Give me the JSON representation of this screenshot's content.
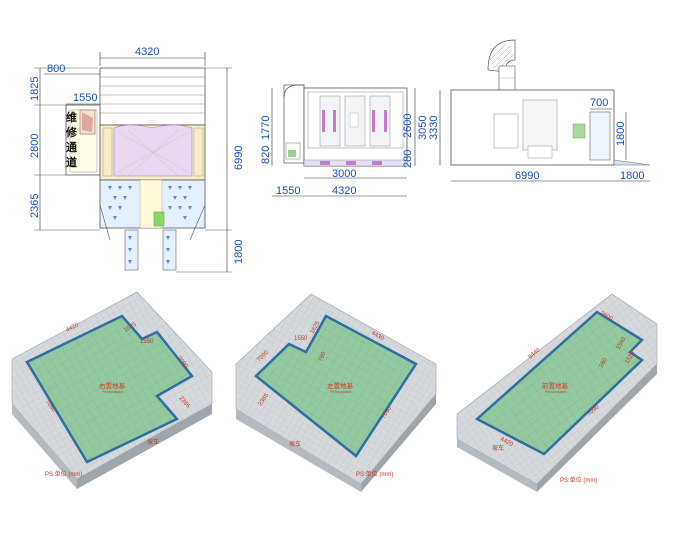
{
  "drawing_top": {
    "front_view": {
      "dims": {
        "width_top": "4320",
        "w800": "800",
        "w1550": "1550",
        "h1825": "1825",
        "h2800": "2800",
        "h2365": "2365",
        "h6990": "6990",
        "h1800": "1800"
      },
      "aisle_chars": [
        "维",
        "修",
        "通",
        "道"
      ]
    },
    "side_view": {
      "dims": {
        "h1770": "1770",
        "h820": "820",
        "h2600": "2600",
        "h280": "280",
        "h3050": "3050",
        "w3000": "3000",
        "w1550": "1550",
        "w4320": "4320"
      }
    },
    "end_view": {
      "dims": {
        "h3330": "3330",
        "w700": "700",
        "h1800": "1800",
        "w6990": "6990",
        "w1800": "1800"
      }
    }
  },
  "renders": [
    {
      "dims": [
        "4420",
        "1625",
        "1550",
        "7090",
        "2365",
        "7090"
      ],
      "pit_cn": "右置地基",
      "pit_en": "Pit foundation",
      "ramp_cn": "坡车",
      "ps": "PS:单位 (mm)"
    },
    {
      "dims": [
        "7090",
        "1550",
        "1625",
        "4430",
        "2365",
        "7090"
      ],
      "mid": "780",
      "pit_cn": "左置地基",
      "pit_en": "Pit foundation",
      "ramp_cn": "坡车",
      "ps": "PS:单位 (mm)"
    },
    {
      "dims": [
        "2600",
        "8440",
        "1540",
        "1520",
        "4420",
        "7090"
      ],
      "mid": "280",
      "pit_cn": "前置地基",
      "pit_en": "Pit foundation",
      "ramp_cn": "坡车",
      "ps": "PS:单位 (mm)"
    }
  ],
  "colors": {
    "dimension": "#1a4fb8",
    "pit_fill": "#8fc79a",
    "pit_border": "#2f6e9e",
    "slab": "#d9dde0",
    "label_red": "#c0392b"
  }
}
